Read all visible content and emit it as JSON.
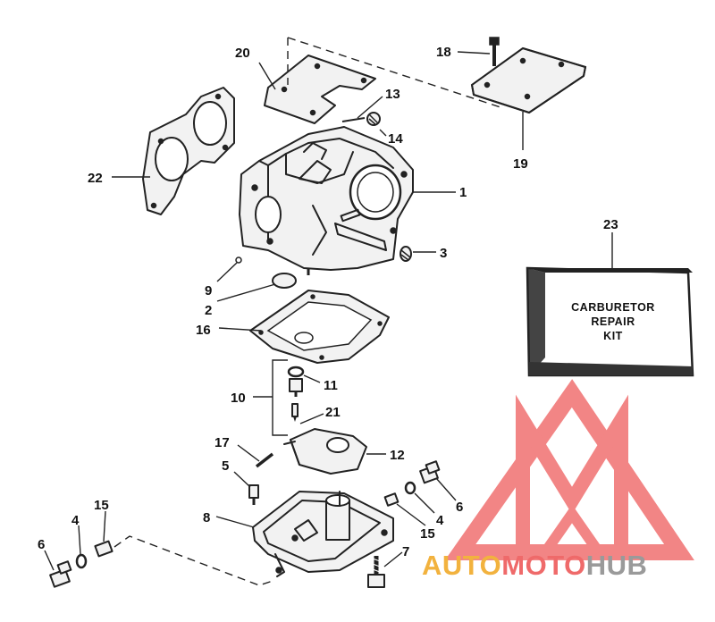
{
  "callouts": {
    "n1": "1",
    "n2": "2",
    "n3": "3",
    "n4a": "4",
    "n4b": "4",
    "n5": "5",
    "n6a": "6",
    "n6b": "6",
    "n7": "7",
    "n8": "8",
    "n9": "9",
    "n10": "10",
    "n11": "11",
    "n12": "12",
    "n13": "13",
    "n14": "14",
    "n15a": "15",
    "n15b": "15",
    "n16": "16",
    "n17": "17",
    "n18": "18",
    "n19": "19",
    "n20": "20",
    "n21": "21",
    "n22": "22",
    "n23": "23"
  },
  "kit": {
    "line1": "CARBURETOR",
    "line2": "REPAIR",
    "line3": "KIT"
  },
  "watermark": {
    "part1": "AUTO",
    "part2": "MOTO",
    "part3": "HUB",
    "color_auto": "#f2b23e",
    "color_moto": "#ef6a6a",
    "color_hub": "#9a9a9a",
    "logo_color": "#f07070"
  }
}
